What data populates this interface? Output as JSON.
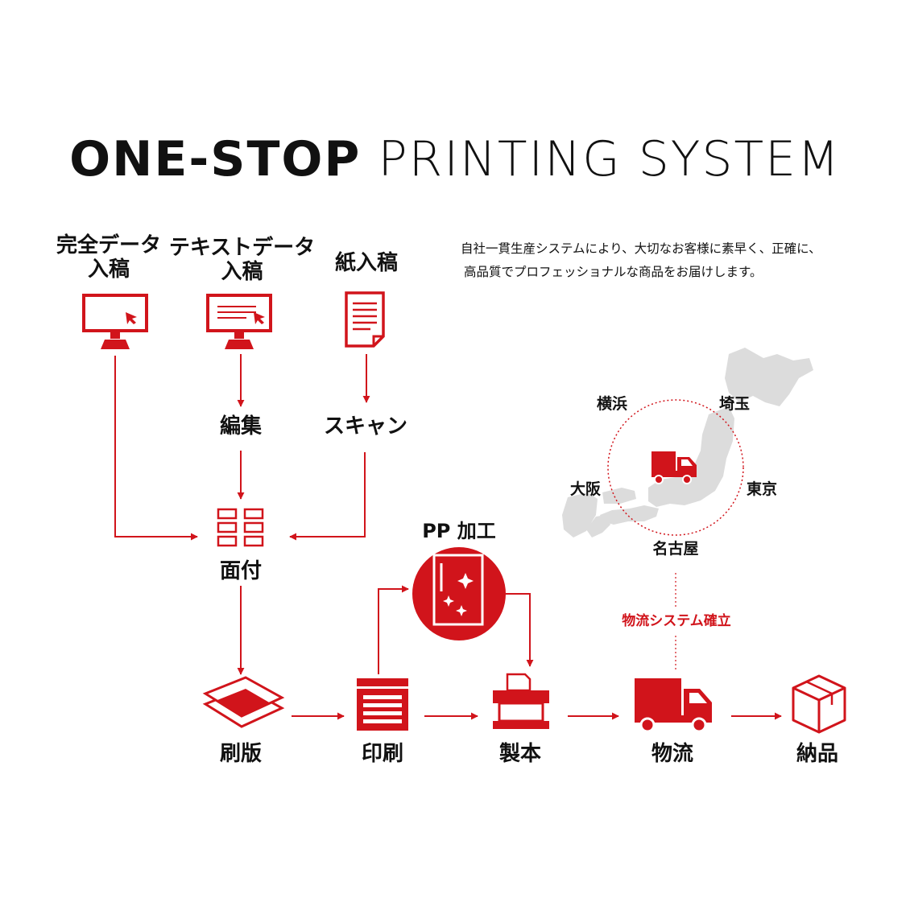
{
  "title": {
    "bold": "ONE-STOP",
    "light": "PRINTING SYSTEM"
  },
  "description": {
    "line1": "自社一貫生産システムにより、大切なお客様に素早く、正確に、",
    "line2": "高品質でプロフェッショナルな商品をお届けします。"
  },
  "inputs": {
    "complete": {
      "line1": "完全データ",
      "line2": "入稿"
    },
    "text": {
      "line1": "テキストデータ",
      "line2": "入稿"
    },
    "paper": {
      "line1": "紙入稿"
    }
  },
  "steps": {
    "edit": "編集",
    "scan": "スキャン",
    "imposition": "面付",
    "pp": "PP 加工",
    "plate": "刷版",
    "print": "印刷",
    "binding": "製本",
    "logistics": "物流",
    "delivery": "納品"
  },
  "map": {
    "cities": {
      "yokohama": "横浜",
      "saitama": "埼玉",
      "osaka": "大阪",
      "tokyo": "東京",
      "nagoya": "名古屋"
    },
    "system_label": "物流システム確立"
  },
  "colors": {
    "accent": "#d1141b",
    "text": "#111111",
    "map": "#dcdcdc"
  },
  "icons": {
    "monitor": "monitor-icon",
    "document": "document-icon",
    "grid": "imposition-grid-icon",
    "plate": "plate-sheets-icon",
    "printer": "printer-icon",
    "binder": "binding-machine-icon",
    "truck": "truck-icon",
    "box": "box-icon"
  }
}
